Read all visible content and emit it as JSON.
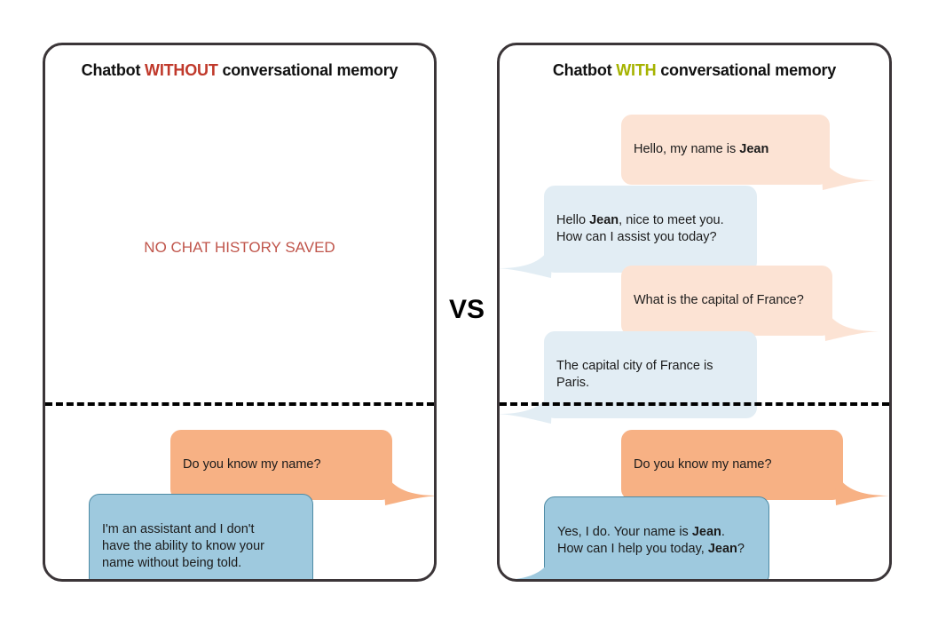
{
  "comparison": {
    "vs_label": "VS"
  },
  "panels": {
    "left": {
      "title_prefix": "Chatbot ",
      "title_highlight": "WITHOUT",
      "title_suffix": " conversational memory",
      "highlight_color": "#c0392b",
      "empty_state": "NO CHAT HISTORY SAVED",
      "messages_below": [
        {
          "role": "user",
          "text": "Do you know my name?",
          "bold_parts": []
        },
        {
          "role": "bot",
          "text": "I'm an assistant and I don't\nhave the ability to know your\nname without being told.",
          "bold_parts": []
        }
      ]
    },
    "right": {
      "title_prefix": "Chatbot ",
      "title_highlight": "WITH",
      "title_suffix": " conversational memory",
      "highlight_color": "#a6b300",
      "messages_above": [
        {
          "role": "user",
          "text_1": "Hello, my name is ",
          "bold_1": "Jean",
          "text_2": ""
        },
        {
          "role": "bot",
          "text_1": "Hello ",
          "bold_1": "Jean",
          "text_2": ", nice to meet you.\nHow can I assist you today?"
        },
        {
          "role": "user",
          "text_1": "What is the capital of France?",
          "bold_1": "",
          "text_2": ""
        },
        {
          "role": "bot",
          "text_1": "The capital city of France is\nParis.",
          "bold_1": "",
          "text_2": ""
        }
      ],
      "messages_below": [
        {
          "role": "user",
          "text_1": "Do you know my name?",
          "bold_1": "",
          "text_2": "",
          "bold_2": "",
          "text_3": ""
        },
        {
          "role": "bot",
          "text_1": "Yes, I do. Your name is ",
          "bold_1": "Jean",
          "text_2": ".\nHow can I help you today, ",
          "bold_2": "Jean",
          "text_3": "?"
        }
      ]
    }
  },
  "colors": {
    "user_bubble_pale": "#fce3d4",
    "bot_bubble_pale": "#e2edf4",
    "user_bubble_strong": "#f7b184",
    "bot_bubble_strong": "#9ec9de",
    "panel_border": "#3b3538",
    "divider": "#000000",
    "empty_state_text": "#c0554b"
  }
}
